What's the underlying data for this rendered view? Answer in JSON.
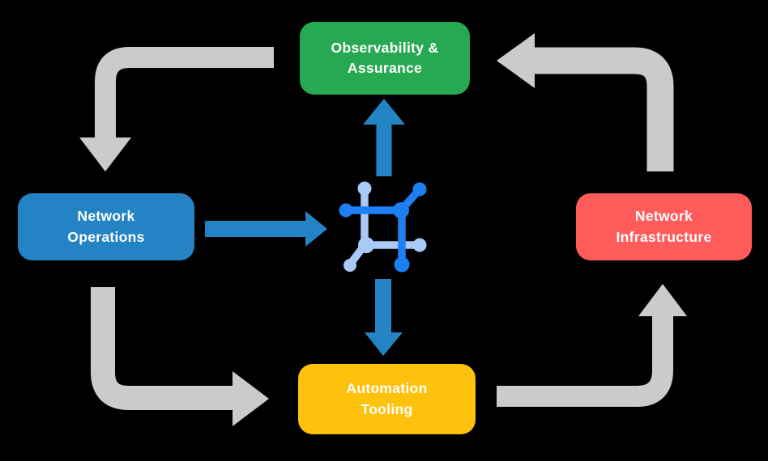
{
  "diagram": {
    "background": "#000000",
    "text_color": "#ffffff",
    "nodes": {
      "observability": {
        "line1": "Observability &",
        "line2": "Assurance",
        "color": "#27a953"
      },
      "operations": {
        "line1": "Network",
        "line2": "Operations",
        "color": "#2383c4"
      },
      "infrastructure": {
        "line1": "Network",
        "line2": "Infrastructure",
        "color": "#ff5b5b"
      },
      "automation": {
        "line1": "Automation",
        "line2": "Tooling",
        "color": "#fec10d"
      }
    },
    "arrows": {
      "cycle_color": "#cbcbcb",
      "hub_color": "#2383c4",
      "cycle": [
        {
          "from": "Observability & Assurance",
          "to": "Network Operations"
        },
        {
          "from": "Network Operations",
          "to": "Automation Tooling"
        },
        {
          "from": "Automation Tooling",
          "to": "Network Infrastructure"
        },
        {
          "from": "Network Infrastructure",
          "to": "Observability & Assurance"
        }
      ],
      "hub": [
        {
          "from": "Network Operations",
          "to": "center-icon"
        },
        {
          "from": "center-icon",
          "to": "Observability & Assurance"
        },
        {
          "from": "center-icon",
          "to": "Automation Tooling"
        }
      ]
    },
    "center_icon": {
      "name": "network-fabric-icon",
      "dark": "#1e7ff2",
      "light": "#a9c9f7"
    }
  }
}
